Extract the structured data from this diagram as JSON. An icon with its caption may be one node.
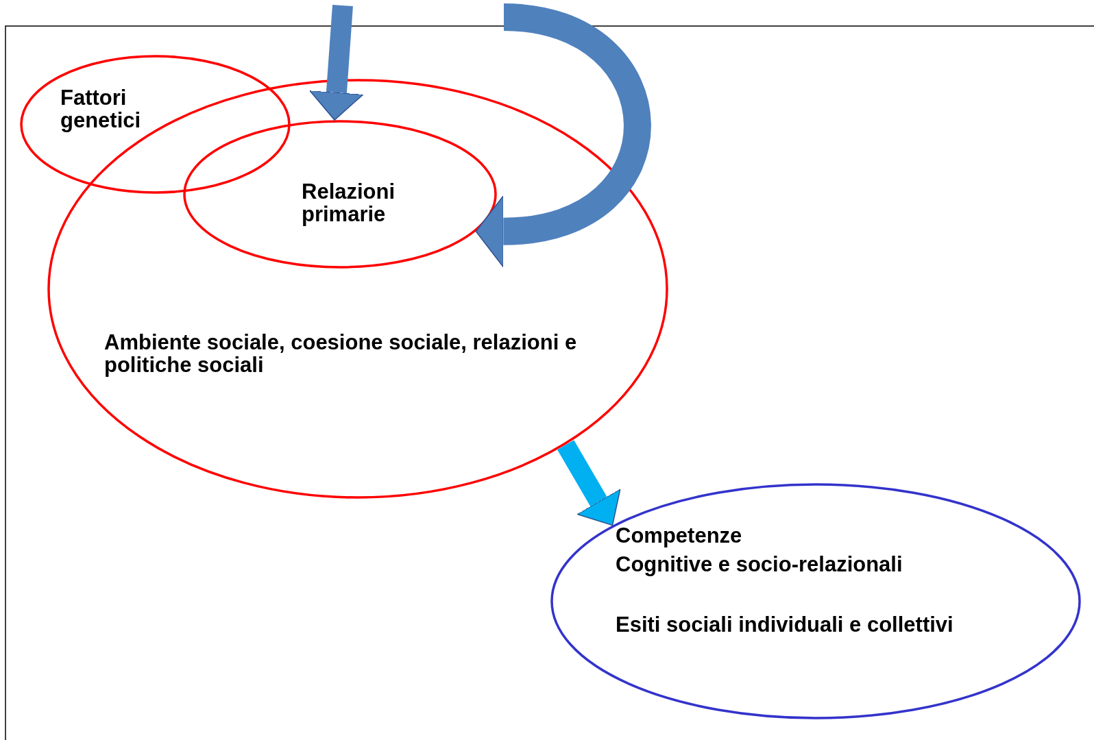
{
  "diagram": {
    "nodes": [
      {
        "text": [
          "Ambiente  sociale, coesione sociale, relazioni e politiche sociali"
        ]
      },
      {
        "text": [
          "Fattori genetici"
        ]
      },
      {
        "text": [
          "Relazioni primarie"
        ],
        "in": 0
      },
      {
        "text": [
          "Competenze",
          "Cognitive e socio-relazionali",
          "Esiti sociali individuali e collettivi"
        ]
      }
    ],
    "edges": [
      {
        "from": null,
        "to": 2,
        "arrow": "to"
      },
      {
        "from": null,
        "to": 2,
        "arrow": "to"
      },
      {
        "from": 0,
        "to": 3,
        "arrow": "to",
        "color": "#00b0f0"
      }
    ]
  }
}
